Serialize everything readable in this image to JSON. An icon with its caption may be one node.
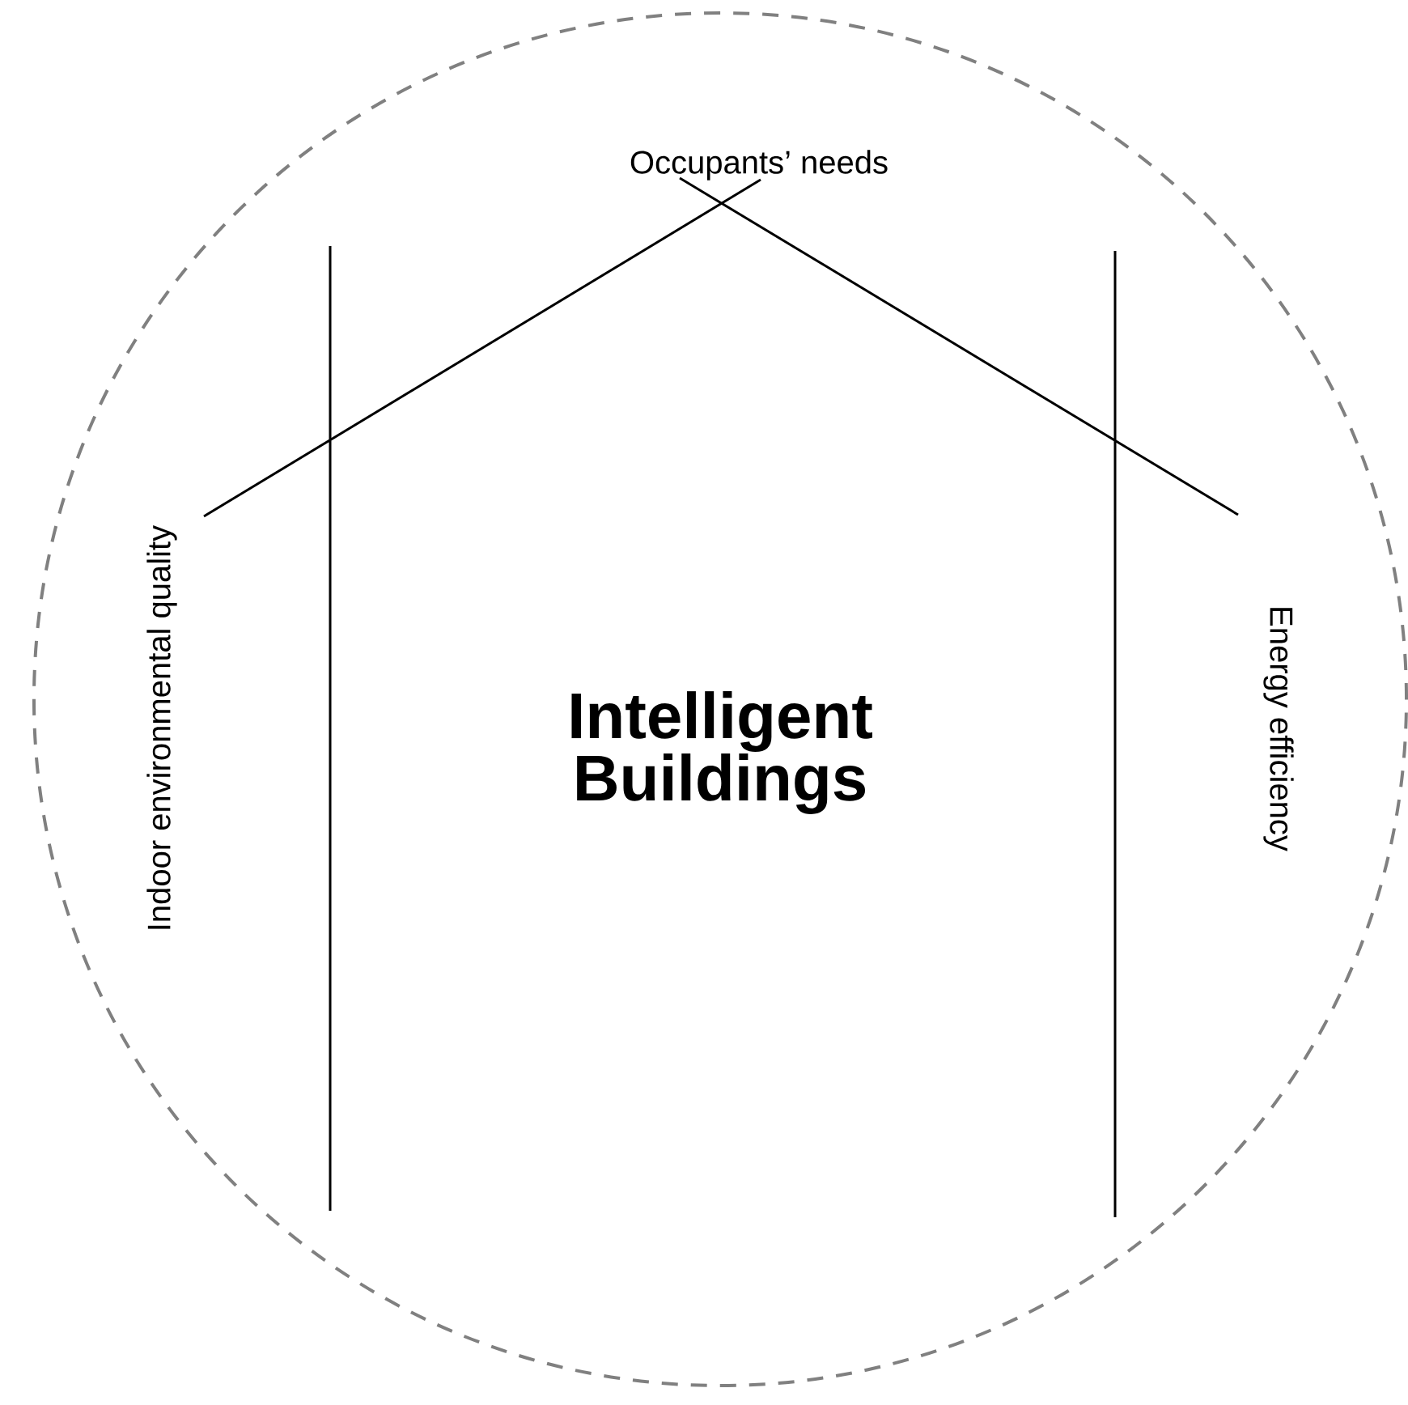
{
  "diagram": {
    "labels": [
      "Occupants’ needs",
      "Indoor environmental quality",
      "Energy efficiency",
      "Intelligent Buildings"
    ]
  }
}
